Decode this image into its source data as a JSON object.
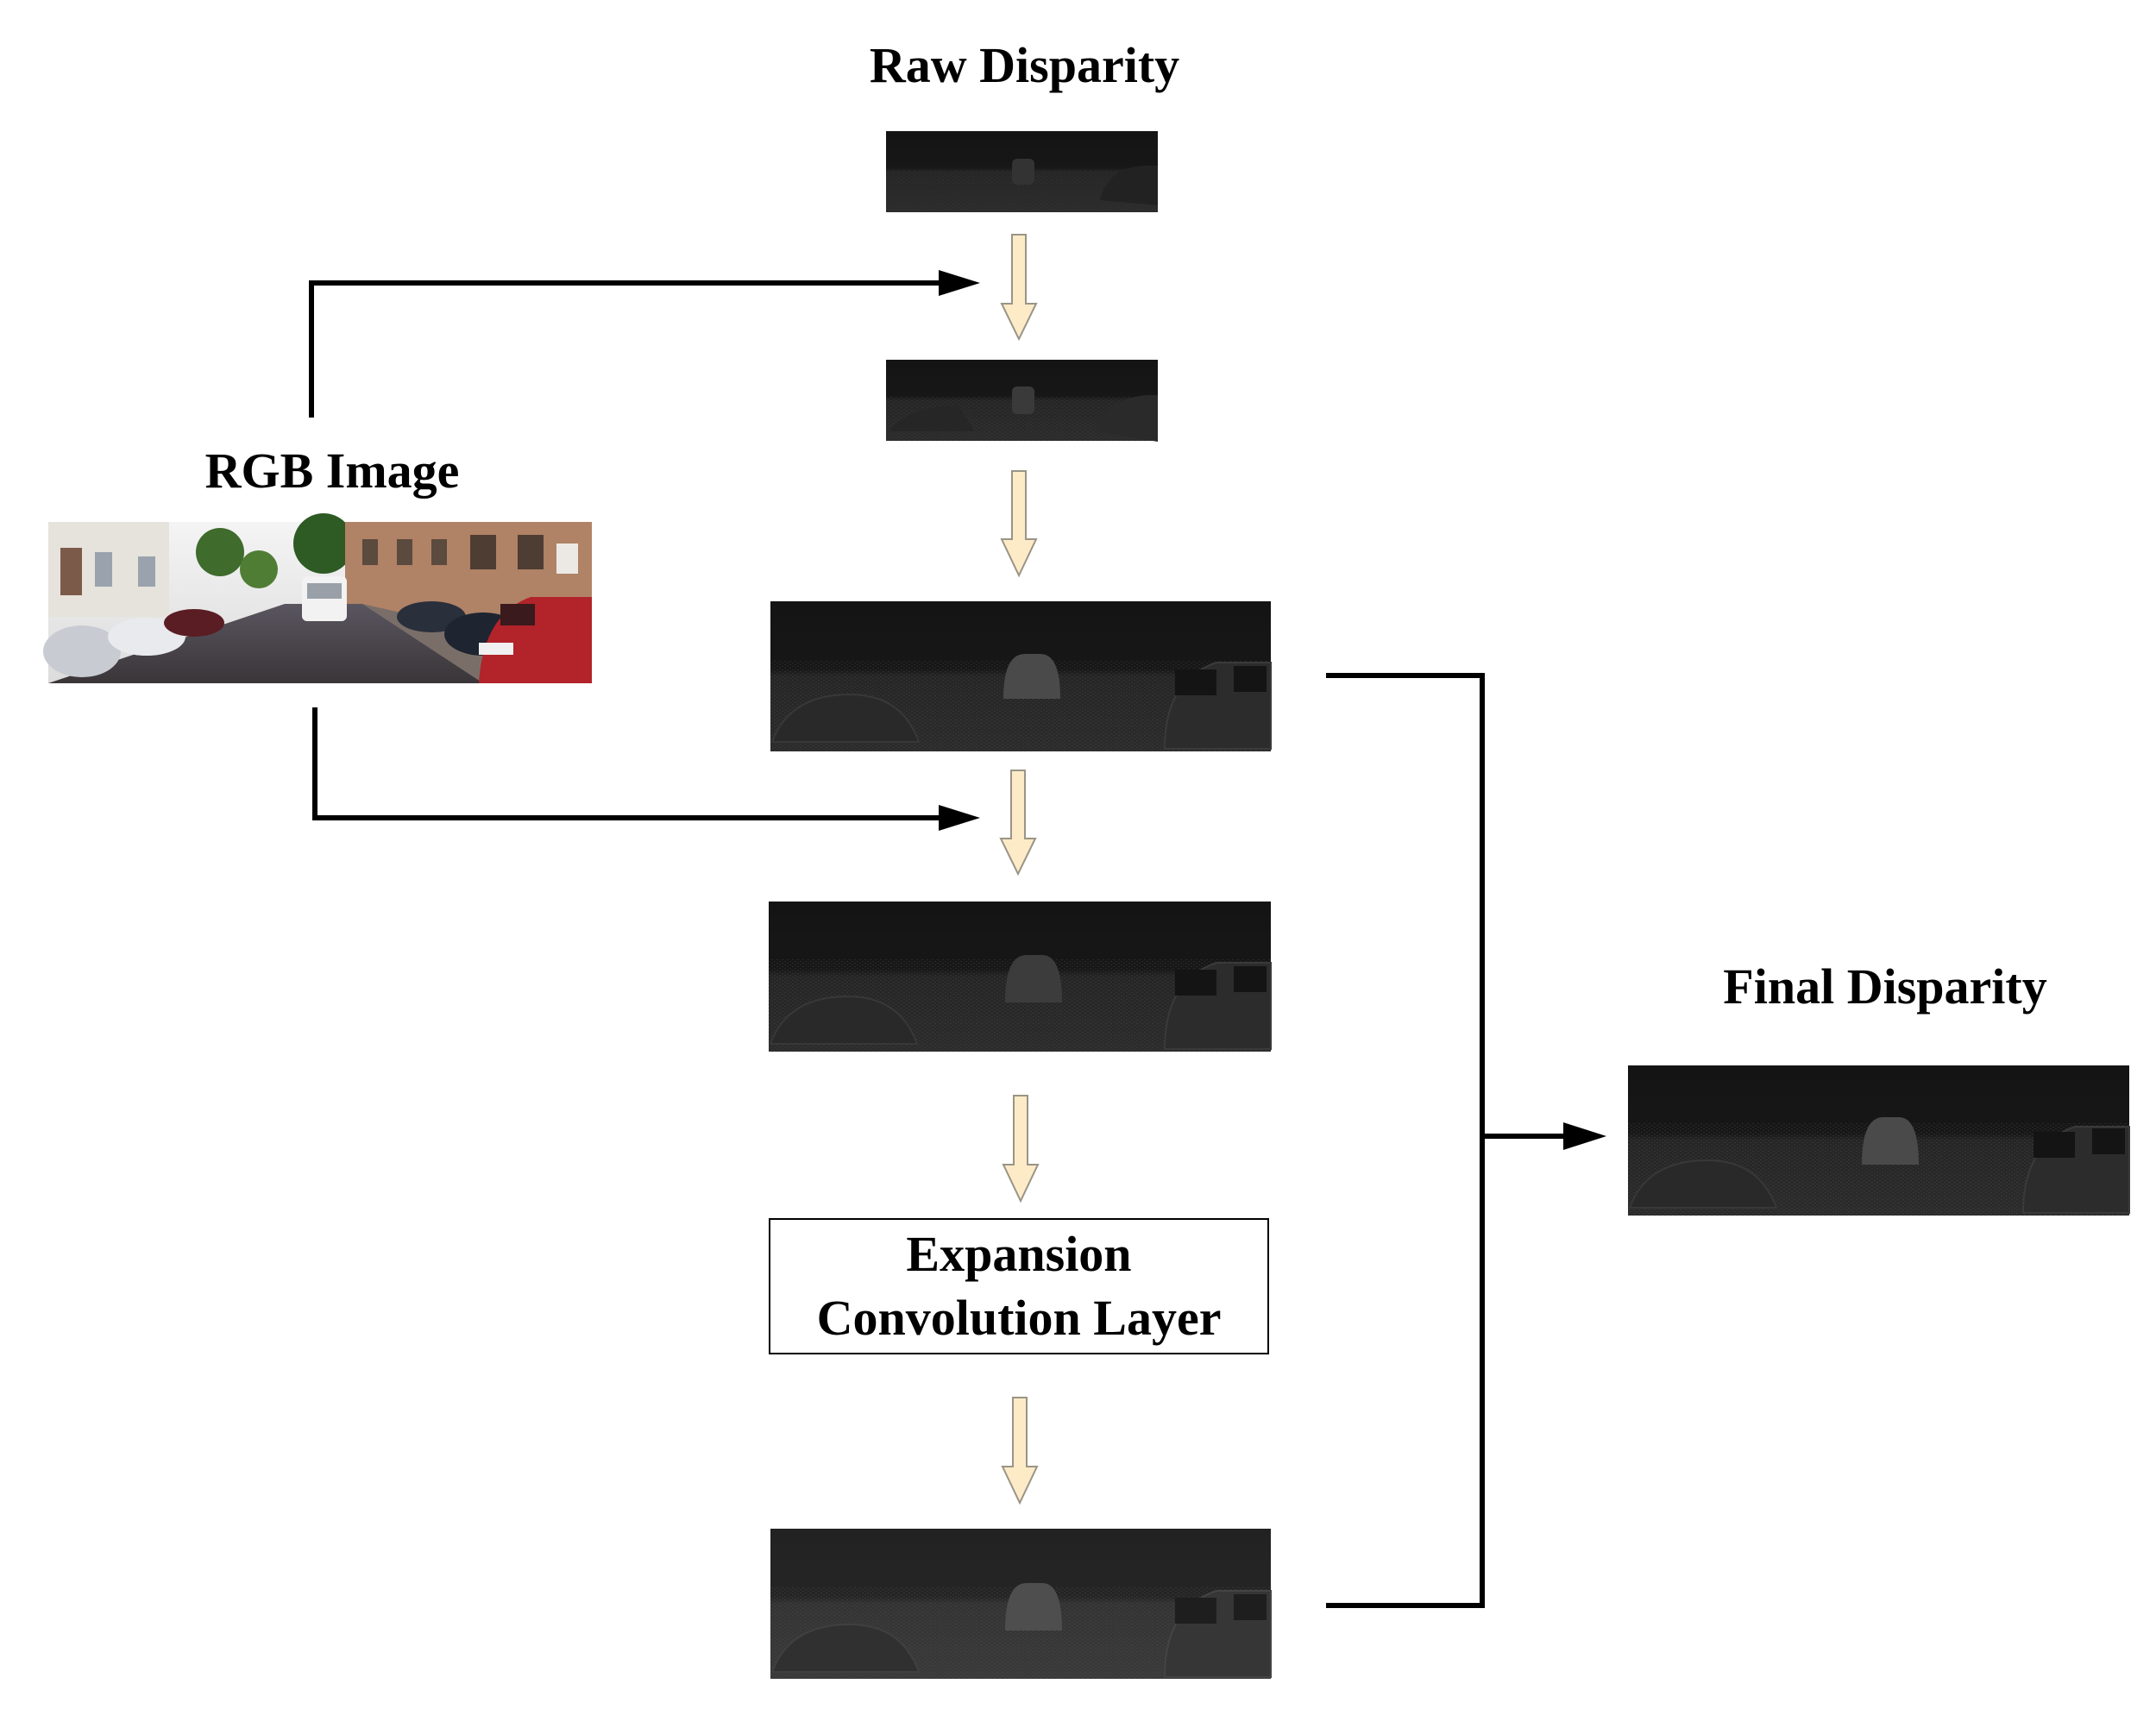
{
  "labels": {
    "raw_disparity": "Raw Disparity",
    "rgb_image": "RGB Image",
    "final_disparity": "Final Disparity",
    "expansion_line1": "Expansion",
    "expansion_line2": "Convolution Layer"
  },
  "colors": {
    "flow_arrow_fill": "#fdebc8",
    "flow_arrow_stroke": "#9a9486",
    "connector": "#000000",
    "disparity_bg": "#161616"
  }
}
